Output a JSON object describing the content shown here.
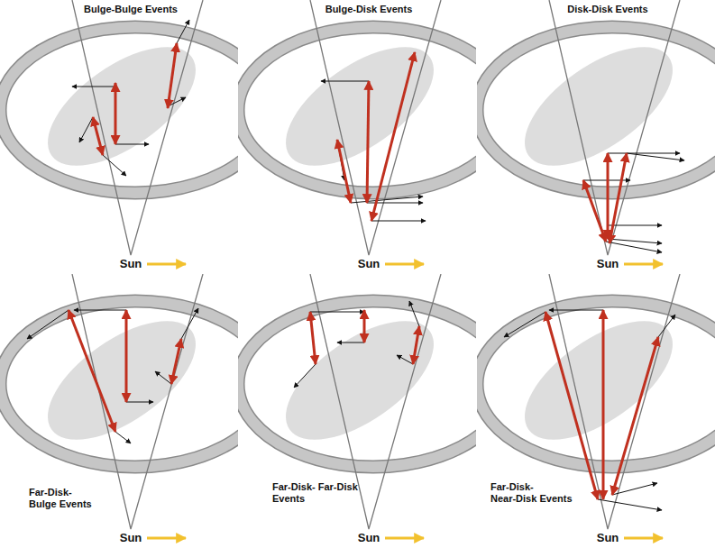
{
  "diagram": {
    "labels": [
      "Bulge-Bulge Events",
      "Sun",
      "Bulge-Disk Events",
      "Sun",
      "Disk-Disk Events",
      "Sun",
      "Far-Disk- Bulge Events",
      "Sun",
      "Far-Disk- Far-Disk Events",
      "Sun",
      "Far-Disk- Near-Disk Events",
      "Sun"
    ]
  }
}
